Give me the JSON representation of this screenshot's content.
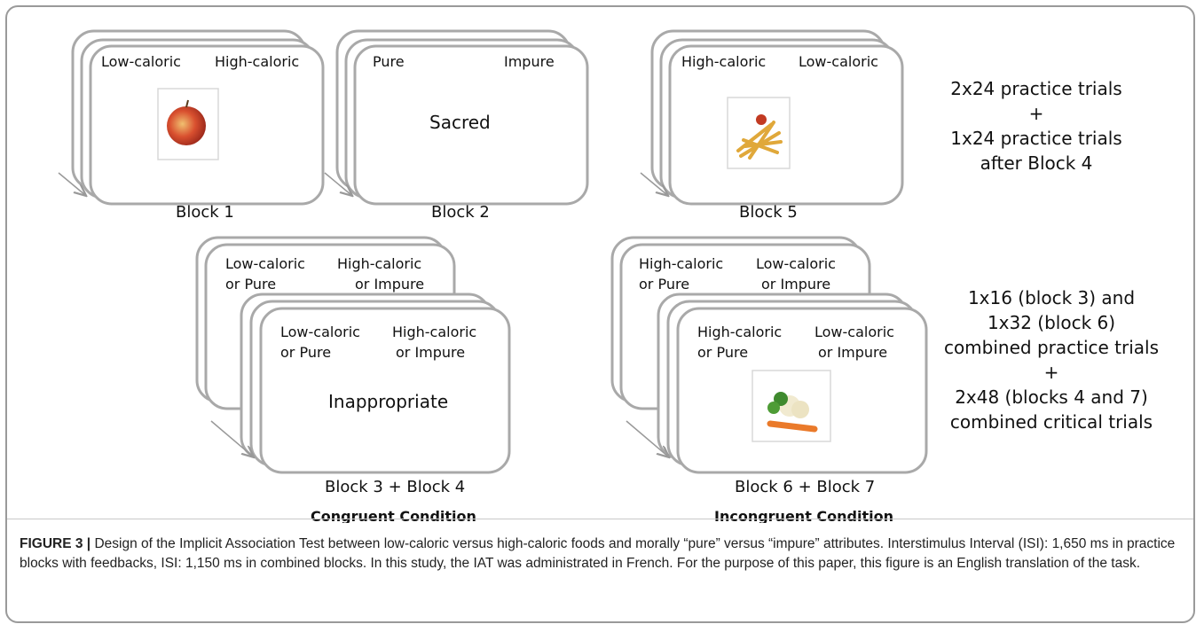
{
  "figure_label": "FIGURE 3 |",
  "caption": "Design of the Implicit Association Test between low-caloric versus high-caloric foods and morally “pure” versus “impure” attributes. Interstimulus Interval (ISI): 1,650 ms in practice blocks with feedbacks, ISI: 1,150 ms in combined blocks. In this study, the IAT was administrated in French. For the purpose of this paper, this figure is an English translation of the task.",
  "block1": {
    "left": "Low-caloric",
    "right": "High-caloric",
    "stimulus": "apple-image",
    "label": "Block 1"
  },
  "block2": {
    "left": "Pure",
    "right": "Impure",
    "stimulus": "Sacred",
    "label": "Block 2"
  },
  "block5": {
    "left": "High-caloric",
    "right": "Low-caloric",
    "stimulus": "pasta-image",
    "label": "Block 5"
  },
  "block34": {
    "back_left_1": "Low-caloric",
    "back_left_2": "or Pure",
    "back_right_1": "High-caloric",
    "back_right_2": "or Impure",
    "front_left_1": "Low-caloric",
    "front_left_2": "or Pure",
    "front_right_1": "High-caloric",
    "front_right_2": "or  Impure",
    "stimulus": "Inappropriate",
    "label": "Block 3 + Block 4",
    "condition": "Congruent Condition"
  },
  "block67": {
    "back_left_1": "High-caloric",
    "back_left_2": "or Pure",
    "back_right_1": "Low-caloric",
    "back_right_2": "or Impure",
    "front_left_1": "High-caloric",
    "front_left_2": "or Pure",
    "front_right_1": "Low-caloric",
    "front_right_2": "or Impure",
    "stimulus": "vegetable-image",
    "label": "Block 6 + Block 7",
    "condition": "Incongruent Condition"
  },
  "note_top": [
    "2x24 practice trials",
    "+",
    "1x24 practice trials",
    "after Block 4"
  ],
  "note_bottom": [
    "1x16 (block 3) and",
    "1x32 (block 6)",
    "combined practice trials",
    "+",
    "2x48 (blocks 4 and 7)",
    "combined critical trials"
  ],
  "colors": {
    "card_stroke": "#a9a9a9",
    "frame": "#9a9a9a",
    "arrow": "#999999"
  }
}
